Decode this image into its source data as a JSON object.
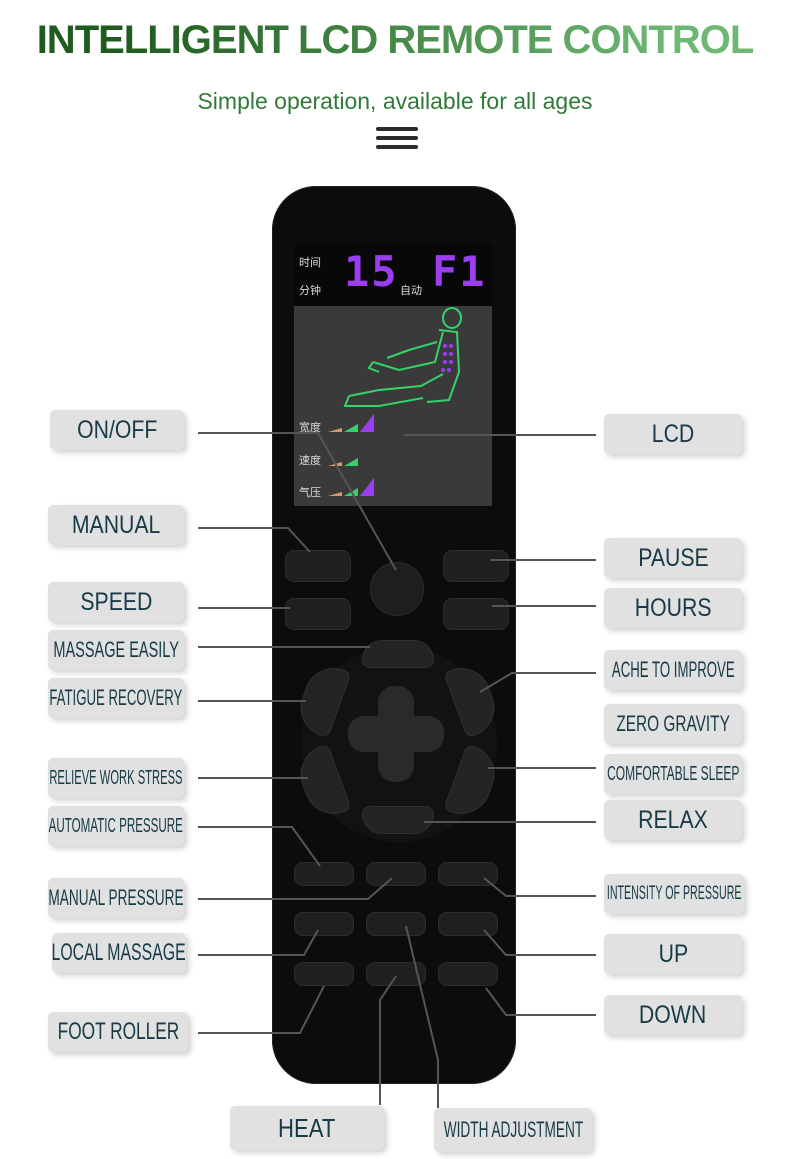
{
  "header": {
    "title": "INTELLIGENT LCD REMOTE CONTROL",
    "subtitle": "Simple operation, available for all ages"
  },
  "lcd": {
    "time_label": "时间",
    "minutes_label": "分钟",
    "auto_label": "自动",
    "time_value": "15",
    "mode_value": "F1",
    "width_label": "宽度",
    "speed_label": "速度",
    "air_label": "气压"
  },
  "labels": {
    "on_off": "ON/OFF",
    "manual": "MANUAL",
    "speed": "SPEED",
    "massage_easily": "MASSAGE EASILY",
    "fatigue_recovery": "FATIGUE RECOVERY",
    "relieve_work_stress": "RELIEVE WORK STRESS",
    "automatic_pressure": "AUTOMATIC PRESSURE",
    "manual_pressure": "MANUAL PRESSURE",
    "local_massage": "LOCAL MASSAGE",
    "foot_roller": "FOOT ROLLER",
    "heat": "HEAT",
    "width_adjustment": "WIDTH ADJUSTMENT",
    "lcd": "LCD",
    "pause": "PAUSE",
    "hours": "HOURS",
    "ache_to_improve": "ACHE TO IMPROVE",
    "zero_gravity": "ZERO GRAVITY",
    "comfortable_sleep": "COMFORTABLE SLEEP",
    "relax": "RELAX",
    "intensity_of_pressure": "INTENSITY OF PRESSURE",
    "up": "UP",
    "down": "DOWN"
  },
  "colors": {
    "title_gradient_start": "#1f5a1f",
    "title_gradient_end": "#7bbf7f",
    "subtitle": "#2f7a37",
    "callout_text": "#173a46",
    "lcd_digits": "#9b3ef2",
    "lcd_figure": "#34d36a"
  }
}
